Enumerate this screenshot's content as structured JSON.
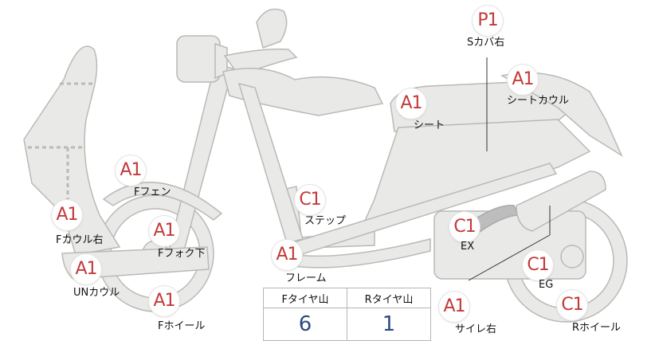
{
  "markers": [
    {
      "id": "s-cover-right",
      "grade": "P1",
      "label": "Sカバ右"
    },
    {
      "id": "seat-cowl",
      "grade": "A1",
      "label": "シートカウル"
    },
    {
      "id": "seat",
      "grade": "A1",
      "label": "シート"
    },
    {
      "id": "f-fender",
      "grade": "A1",
      "label": "Fフェン"
    },
    {
      "id": "step",
      "grade": "C1",
      "label": "ステップ"
    },
    {
      "id": "f-cowl-right",
      "grade": "A1",
      "label": "Fカウル右"
    },
    {
      "id": "f-fork-lower",
      "grade": "A1",
      "label": "Fフォク下"
    },
    {
      "id": "frame",
      "grade": "A1",
      "label": "フレーム"
    },
    {
      "id": "ex",
      "grade": "C1",
      "label": "EX"
    },
    {
      "id": "un-cowl",
      "grade": "A1",
      "label": "UNカウル"
    },
    {
      "id": "eg",
      "grade": "C1",
      "label": "EG"
    },
    {
      "id": "f-wheel",
      "grade": "A1",
      "label": "Fホイール"
    },
    {
      "id": "silencer-right",
      "grade": "A1",
      "label": "サイレ右"
    },
    {
      "id": "r-wheel",
      "grade": "C1",
      "label": "Rホイール"
    }
  ],
  "tread_table": {
    "headers": [
      "Fタイヤ山",
      "Rタイヤ山"
    ],
    "values": [
      "6",
      "1"
    ]
  },
  "colors": {
    "grade_text": "#c33a3a",
    "part_fill": "#e9e9e7",
    "part_stroke": "#b9b9b6",
    "tread_value": "#2b4a82"
  }
}
